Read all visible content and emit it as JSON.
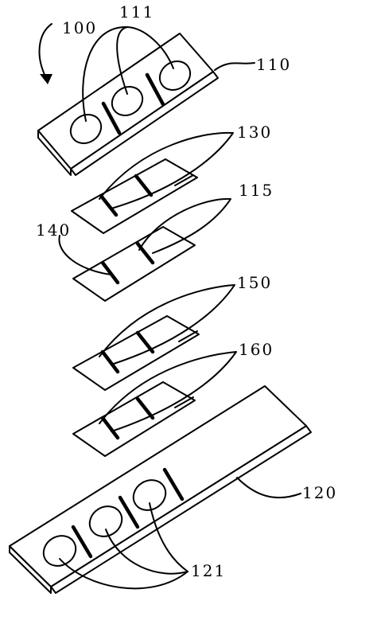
{
  "labels": {
    "l100": "100",
    "l111": "111",
    "l110": "110",
    "l130": "130",
    "l115": "115",
    "l140": "140",
    "l150": "150",
    "l160": "160",
    "l120": "120",
    "l121": "121"
  }
}
